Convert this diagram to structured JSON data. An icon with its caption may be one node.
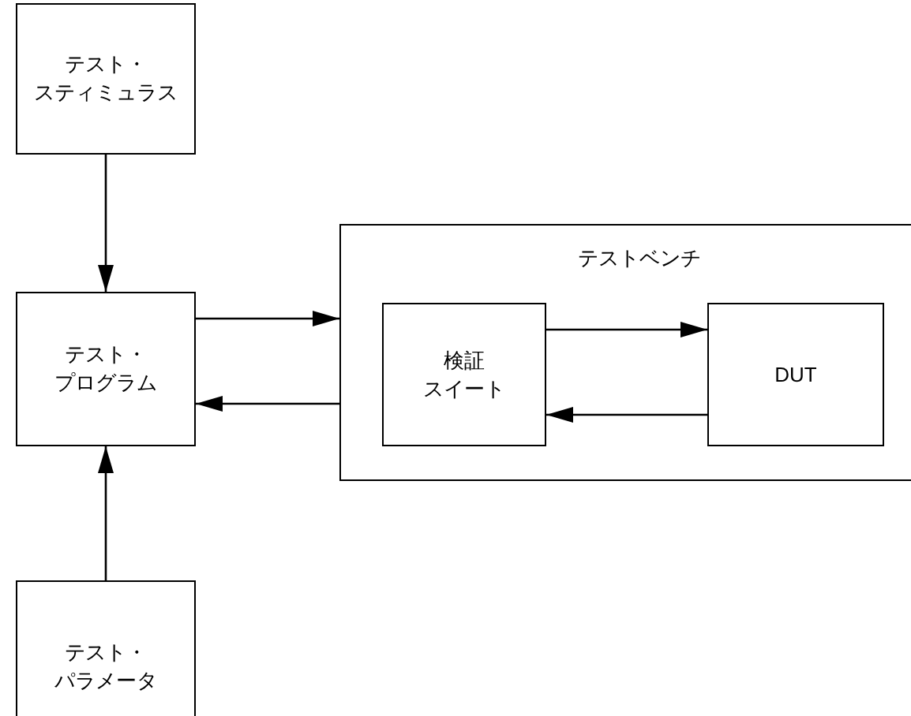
{
  "diagram": {
    "nodes": [
      {
        "text": [
          "テスト・スティミュラス"
        ]
      },
      {
        "text": [
          "テスト・プログラム"
        ]
      },
      {
        "text": [
          "テスト・パラメータ"
        ]
      },
      {
        "text": [
          "テストベンチ"
        ]
      },
      {
        "text": [
          "検証",
          "スイート"
        ],
        "in": 3
      },
      {
        "text": [
          "DUT"
        ],
        "in": 3
      }
    ],
    "edges": [
      {
        "from": 0,
        "to": 1,
        "arrow": "to"
      },
      {
        "from": 2,
        "to": 1,
        "arrow": "to"
      },
      {
        "from": 1,
        "to": 3,
        "arrow": "to"
      },
      {
        "from": 3,
        "to": 1,
        "arrow": "to"
      },
      {
        "from": 4,
        "to": 5,
        "arrow": "to"
      },
      {
        "from": 5,
        "to": 4,
        "arrow": "to"
      }
    ]
  }
}
